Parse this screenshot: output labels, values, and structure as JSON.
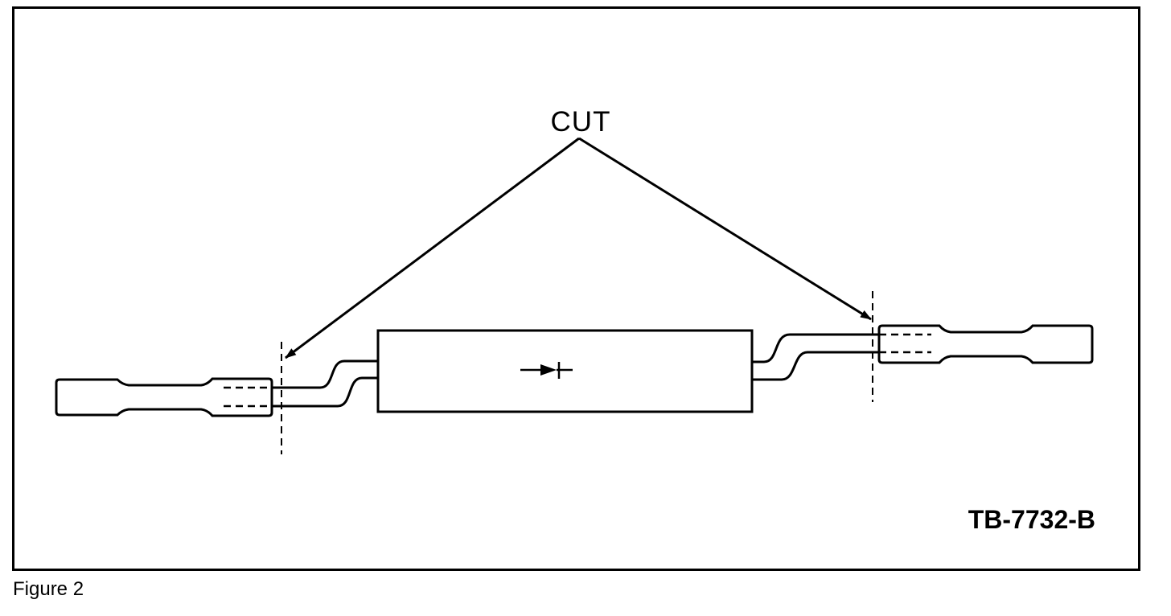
{
  "diagram": {
    "cut_label": "CUT",
    "part_code": "TB-7732-B",
    "body_symbol": "diode-arrow-icon"
  },
  "caption": "Figure 2",
  "colors": {
    "line": "#000000",
    "background": "#ffffff"
  }
}
